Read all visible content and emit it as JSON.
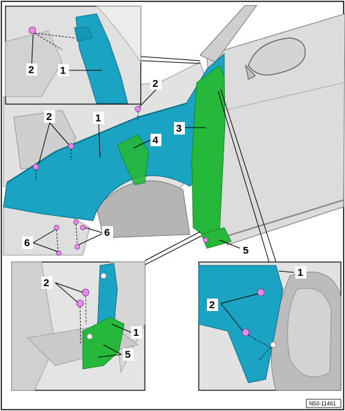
{
  "colors": {
    "panel": "#1aa3c2",
    "panel_dark": "#0f7f99",
    "bracket": "#26b83a",
    "bracket_dark": "#168a26",
    "bolt": "#e48ae8",
    "body": "#d9d9d9",
    "body_dark": "#9a9a9a",
    "line": "#000000"
  },
  "callouts": {
    "inset_top_left": {
      "bolt": "2",
      "panel": "1"
    },
    "main": {
      "bolts_upper": "2",
      "bolts_left": "2",
      "panel": "1",
      "pillar_bracket": "3",
      "inner_bracket": "4",
      "lower_bracket": "5",
      "lower_bolts_right": "6",
      "lower_bolts_left": "6"
    },
    "inset_bottom_left": {
      "bolts": "2",
      "panel": "1",
      "bracket": "5"
    },
    "inset_bottom_right": {
      "panel": "1",
      "bolts": "2"
    }
  },
  "reference": "N50-11461"
}
